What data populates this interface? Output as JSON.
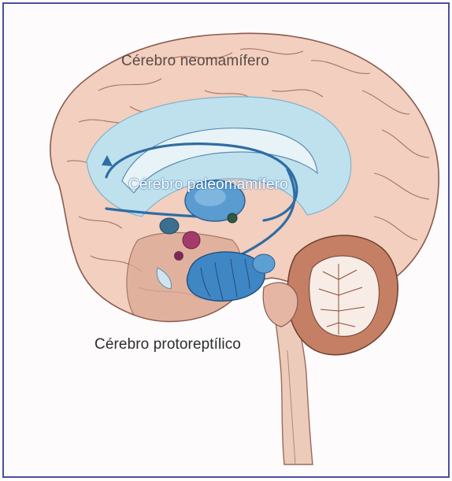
{
  "labels": {
    "neomammalian": "Cérebro neomamífero",
    "paleomammalian": "Cérebro paleomamífero",
    "protoreptilian": "Cérebro protoreptílico"
  },
  "colors": {
    "frame": "#4a4f9c",
    "cortex": "#f1cdbd",
    "cortex_outline": "#8a5a4e",
    "limbic_fill": "#bfe1ee",
    "limbic_structures": "#3a7fbf",
    "cerebellum": "#b86a4f",
    "brainstem": "#e9c4b3",
    "pituitary": "#a43b6a"
  }
}
